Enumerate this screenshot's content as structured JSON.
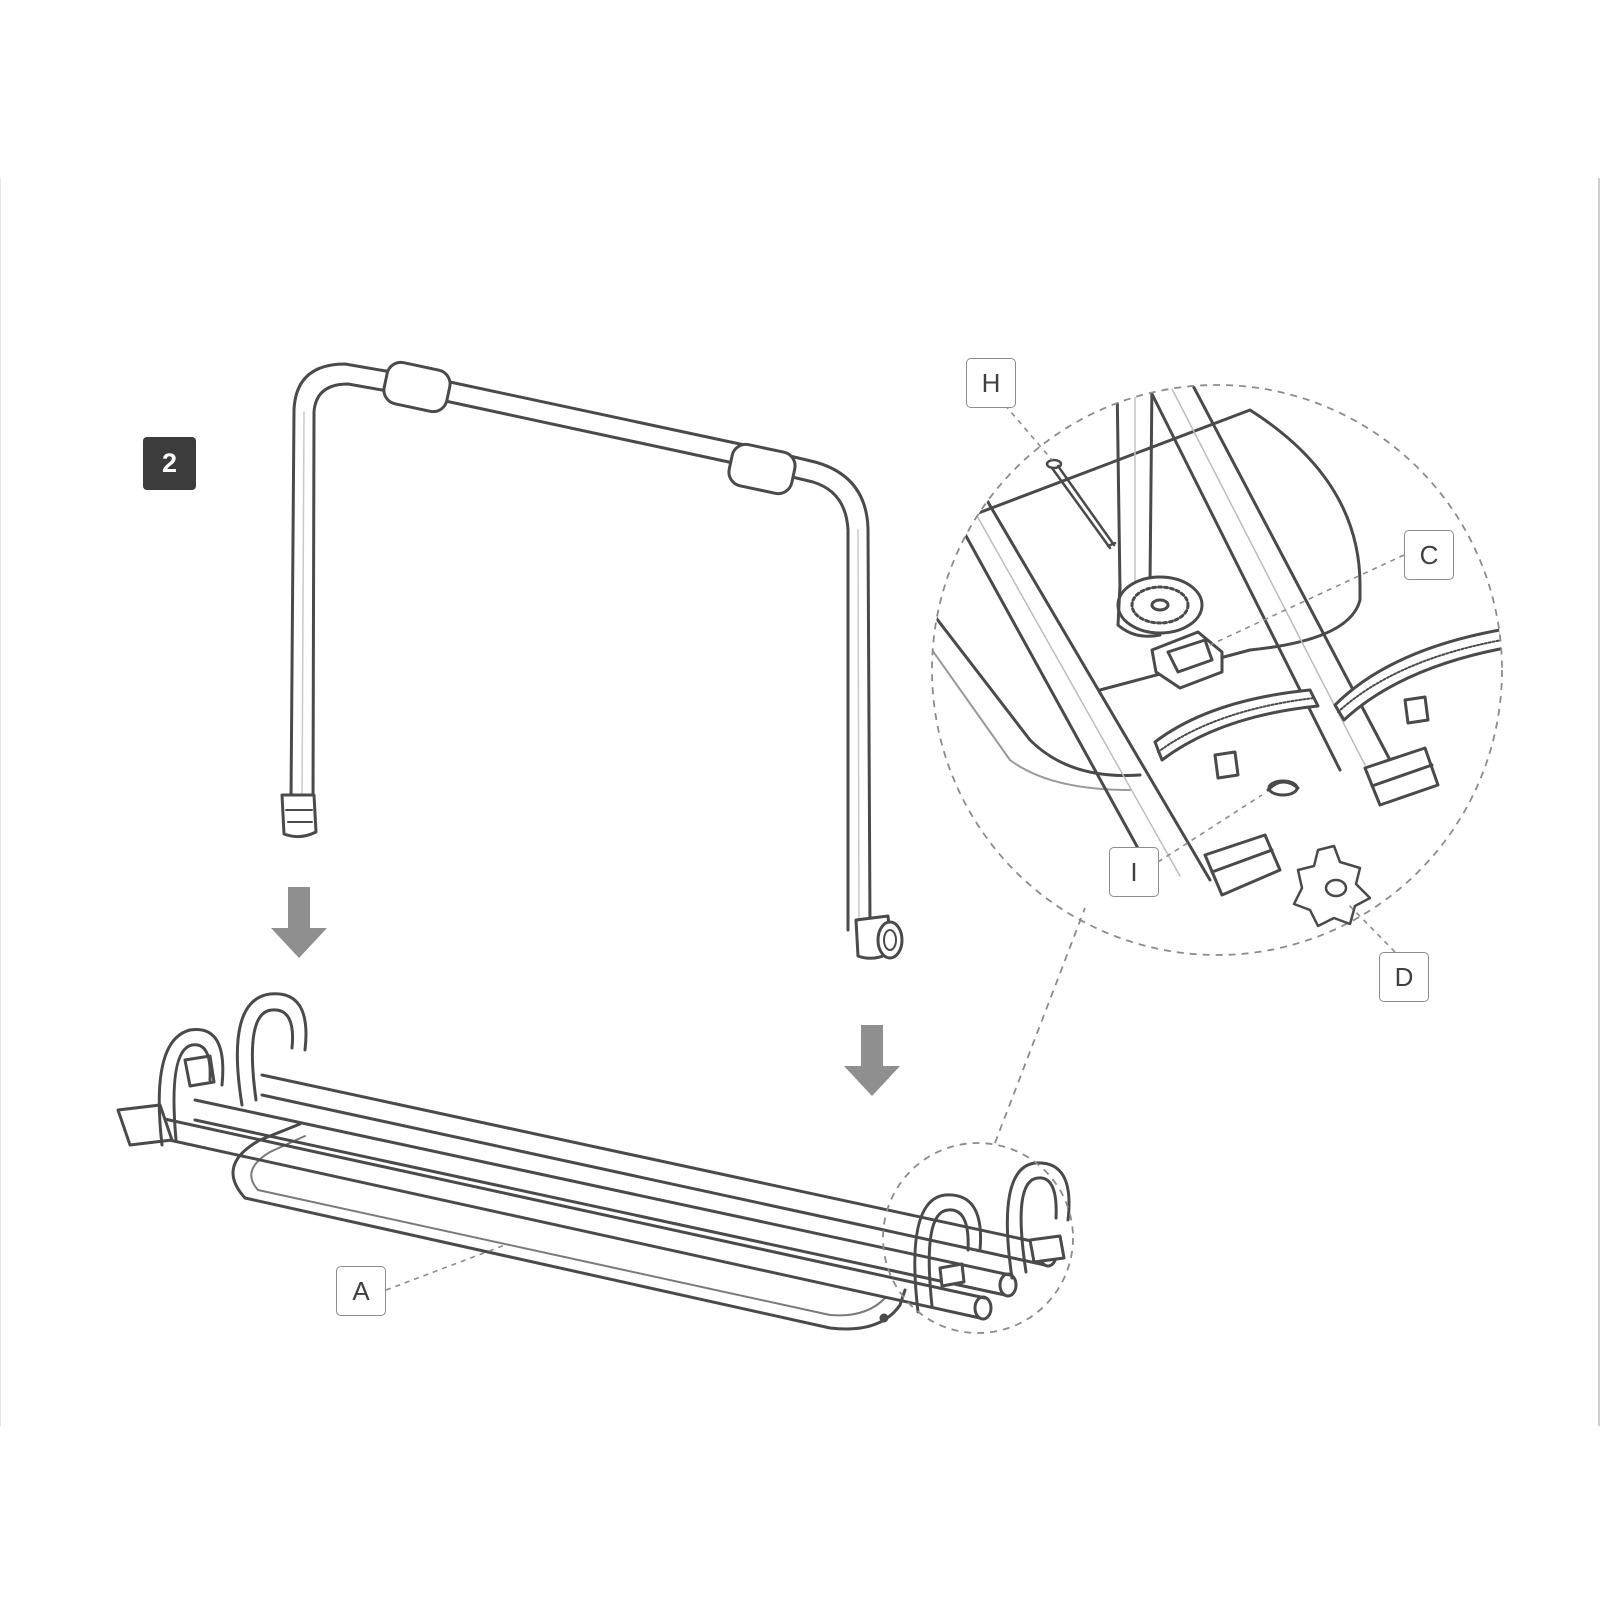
{
  "step": {
    "number": "2"
  },
  "callouts": {
    "A": "A",
    "C": "C",
    "D": "D",
    "H": "H",
    "I": "I"
  },
  "colors": {
    "line": "#4a4a4a",
    "arrow": "#8f8f8f",
    "badge": "#3c3c3c",
    "dash": "#8c8c8c"
  }
}
